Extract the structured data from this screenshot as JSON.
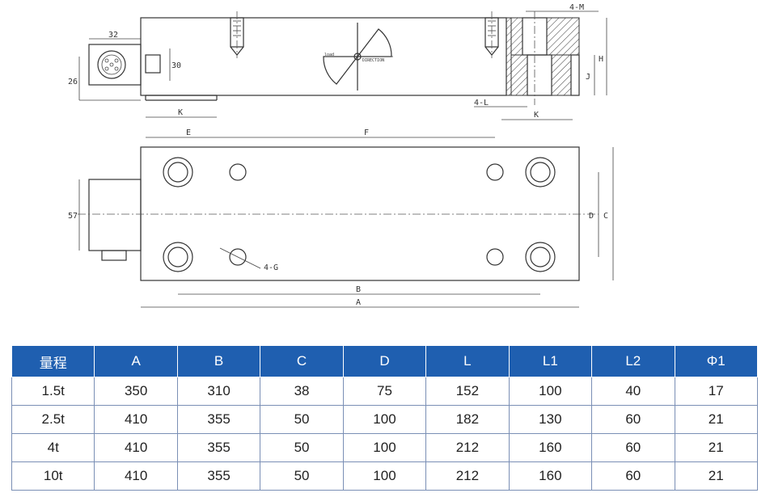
{
  "drawing": {
    "top_view_labels": {
      "dim_32": "32",
      "dim_30": "30",
      "dim_26": "26",
      "dim_k": "K",
      "dim_k_right": "K",
      "dim_4m": "4-M",
      "dim_4l": "4-L",
      "dim_h": "H",
      "dim_j": "J",
      "arrow_left": "load",
      "arrow_right": "DIRECTION"
    },
    "front_view_labels": {
      "dim_e": "E",
      "dim_f": "F",
      "dim_57": "57",
      "dim_4g": "4-G",
      "dim_b": "B",
      "dim_a": "A",
      "dim_d": "D",
      "dim_c": "C"
    }
  },
  "table": {
    "headers": [
      "量程",
      "A",
      "B",
      "C",
      "D",
      "L",
      "L1",
      "L2",
      "Φ1"
    ],
    "rows": [
      [
        "1.5t",
        "350",
        "310",
        "38",
        "75",
        "152",
        "100",
        "40",
        "17"
      ],
      [
        "2.5t",
        "410",
        "355",
        "50",
        "100",
        "182",
        "130",
        "60",
        "21"
      ],
      [
        "4t",
        "410",
        "355",
        "50",
        "100",
        "212",
        "160",
        "60",
        "21"
      ],
      [
        "10t",
        "410",
        "355",
        "50",
        "100",
        "212",
        "160",
        "60",
        "21"
      ]
    ]
  }
}
